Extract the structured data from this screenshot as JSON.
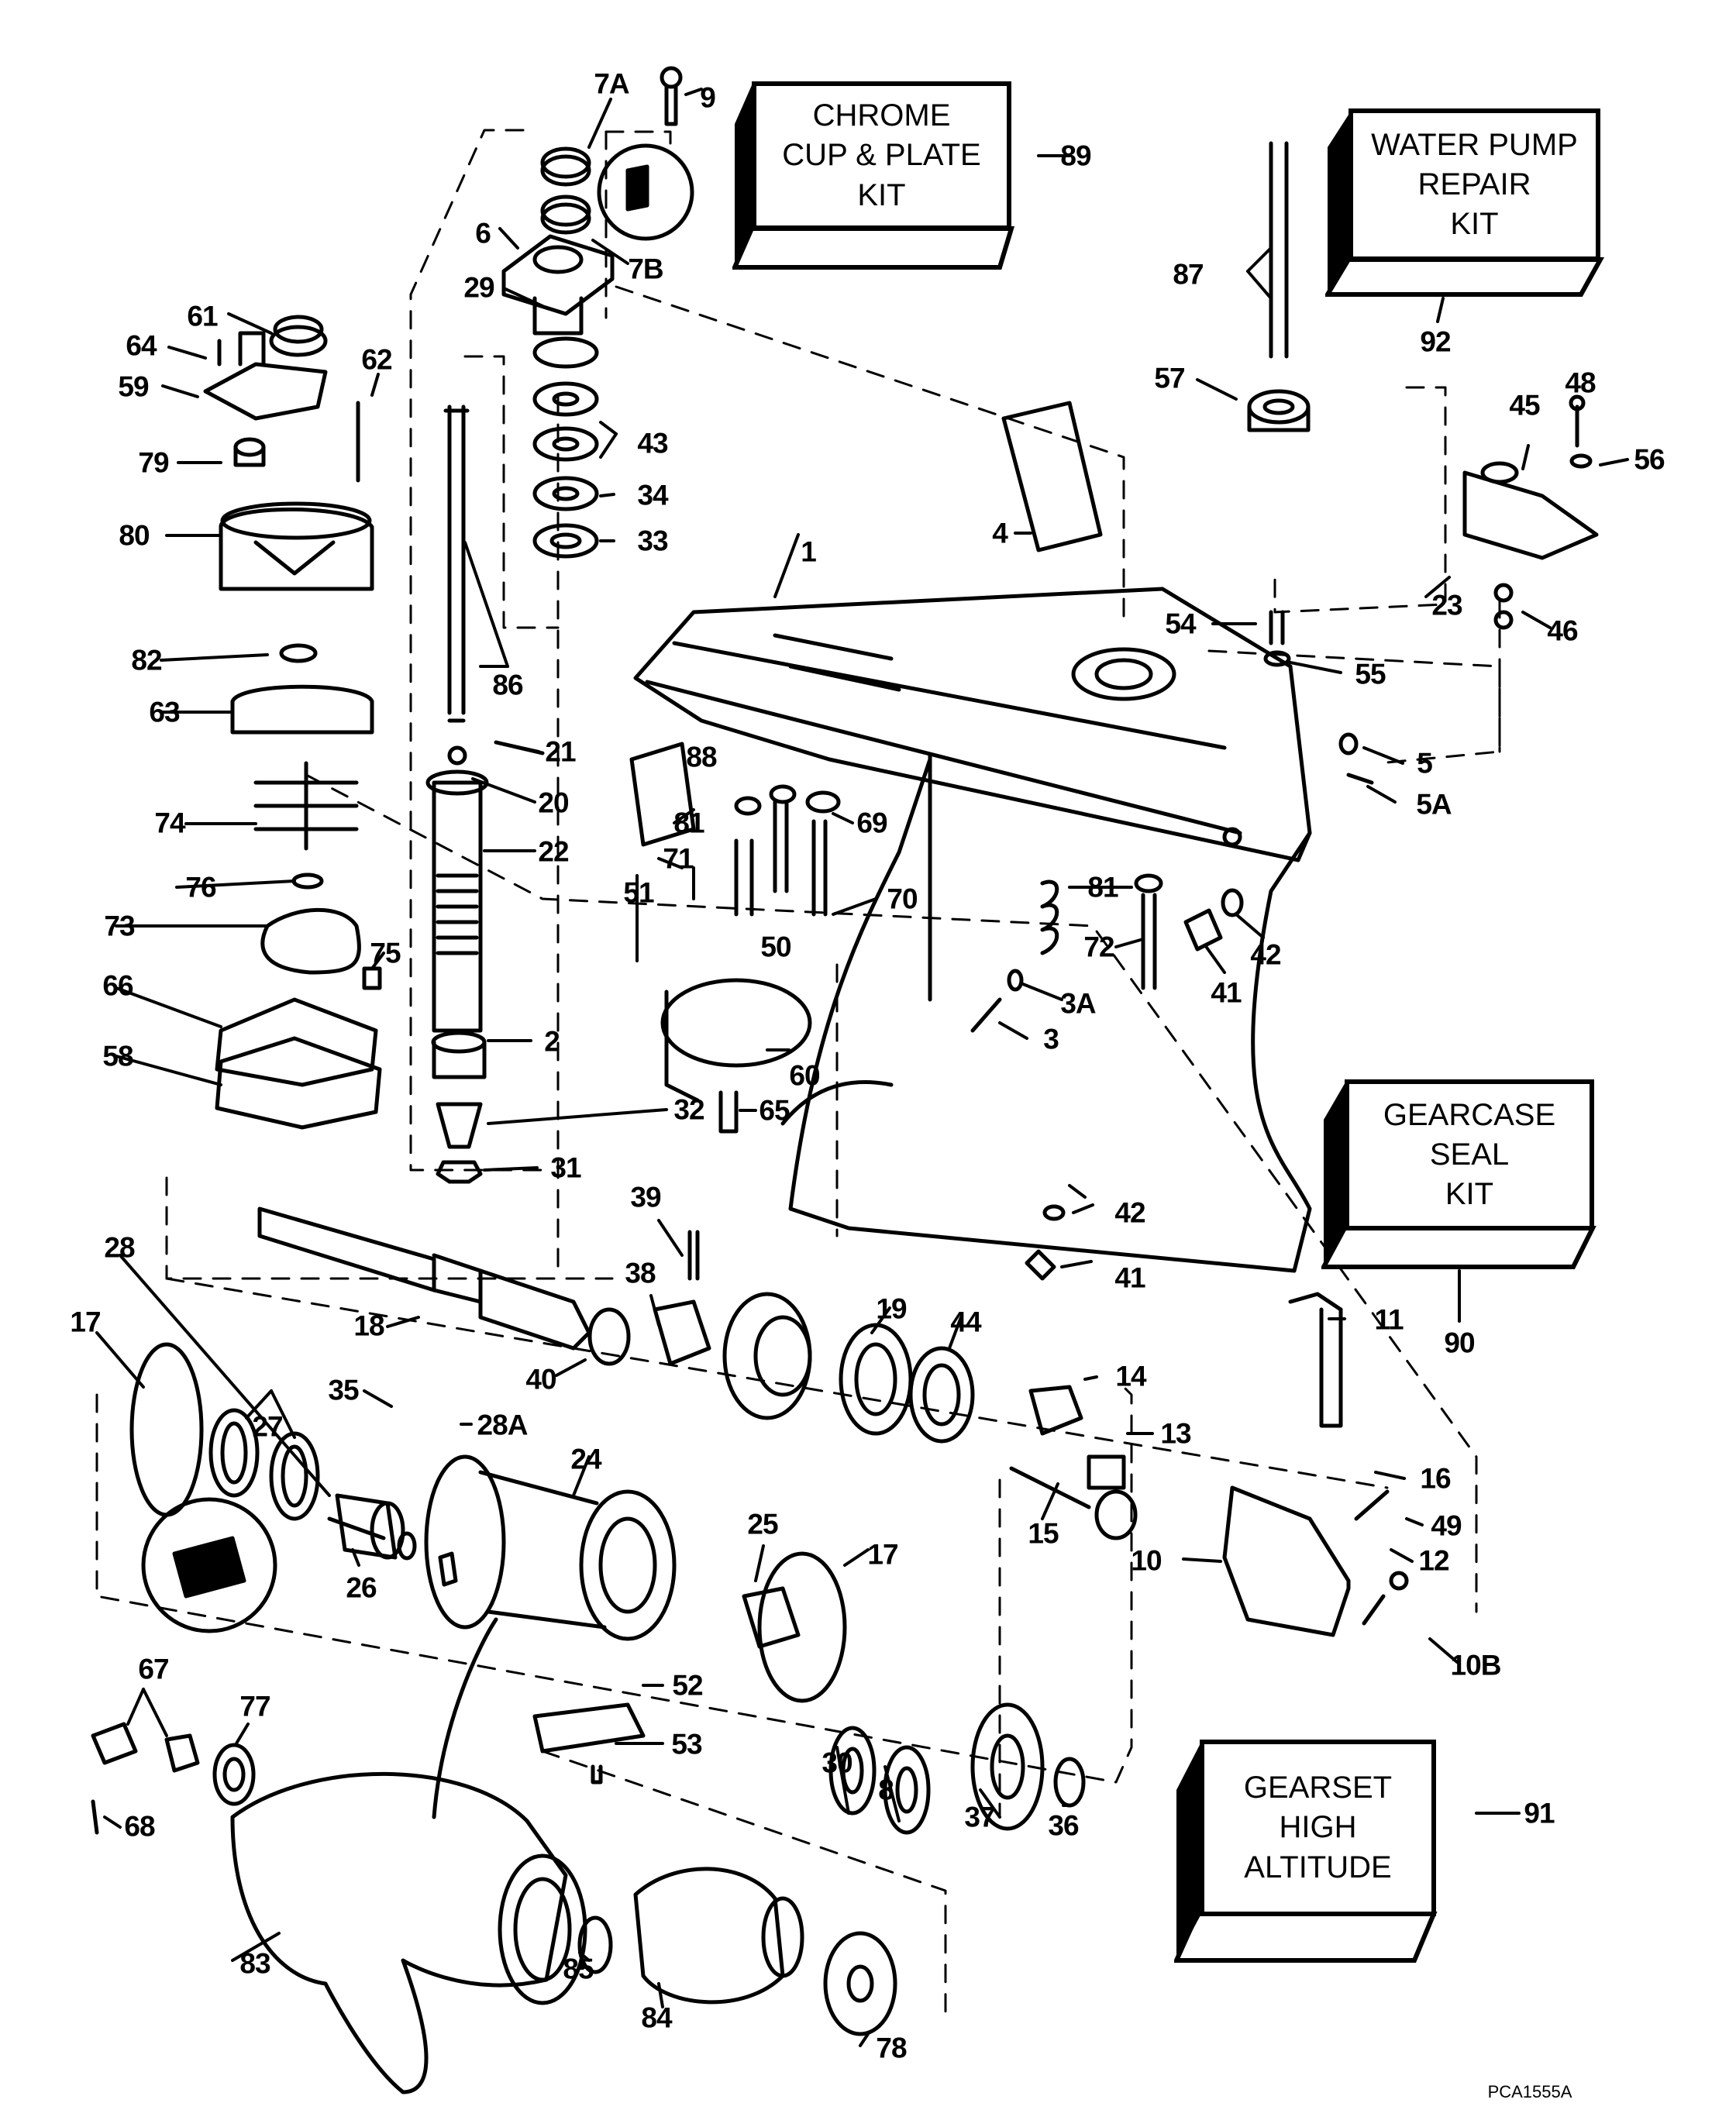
{
  "figure": {
    "title": "Gearcase exploded parts diagram",
    "figure_id": "PCA1555A",
    "line_color": "#000000",
    "background": "#ffffff"
  },
  "kits": [
    {
      "id": "89",
      "lines": [
        "CHROME",
        "CUP & PLATE",
        "KIT"
      ]
    },
    {
      "id": "92",
      "lines": [
        "WATER PUMP",
        "REPAIR",
        "KIT"
      ]
    },
    {
      "id": "90",
      "lines": [
        "GEARCASE",
        "SEAL",
        "KIT"
      ]
    },
    {
      "id": "91",
      "lines": [
        "GEARSET",
        "HIGH",
        "ALTITUDE"
      ]
    }
  ],
  "callouts": [
    "7A",
    "9",
    "89",
    "6",
    "7B",
    "29",
    "61",
    "64",
    "59",
    "62",
    "87",
    "92",
    "57",
    "48",
    "45",
    "56",
    "79",
    "43",
    "34",
    "33",
    "80",
    "4",
    "1",
    "23",
    "46",
    "54",
    "55",
    "86",
    "82",
    "63",
    "21",
    "88",
    "5",
    "5A",
    "20",
    "81",
    "69",
    "71",
    "22",
    "74",
    "76",
    "70",
    "50",
    "51",
    "81",
    "73",
    "75",
    "72",
    "42",
    "41",
    "3A",
    "3",
    "66",
    "2",
    "60",
    "58",
    "32",
    "65",
    "31",
    "39",
    "42",
    "28",
    "38",
    "41",
    "19",
    "44",
    "11",
    "90",
    "17",
    "18",
    "40",
    "27",
    "35",
    "28A",
    "14",
    "24",
    "13",
    "16",
    "15",
    "49",
    "10",
    "12",
    "25",
    "17",
    "26",
    "10B",
    "52",
    "67",
    "77",
    "53",
    "30",
    "8",
    "37",
    "36",
    "91",
    "68",
    "83",
    "85",
    "84",
    "78"
  ]
}
